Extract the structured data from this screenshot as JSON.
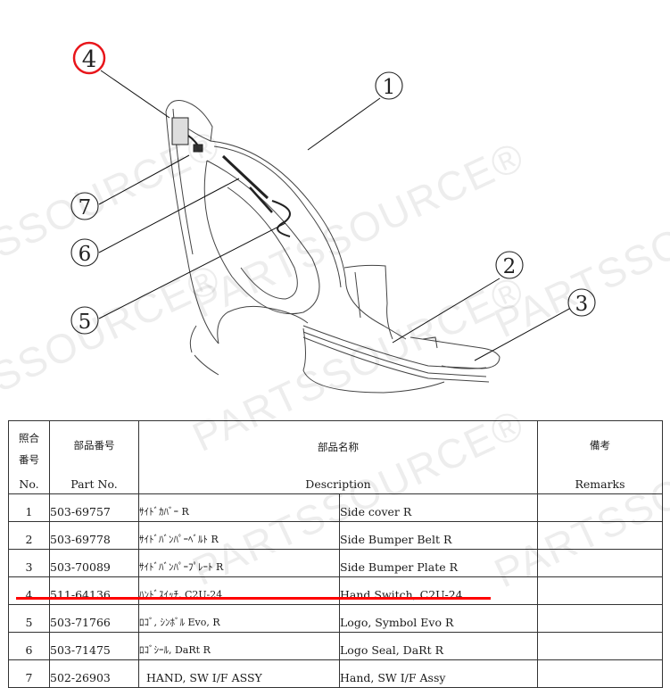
{
  "diagram": {
    "callouts": [
      {
        "number": "1",
        "label": "①",
        "part": "Side cover R"
      },
      {
        "number": "2",
        "label": "②",
        "part": "Side Bumper Belt R"
      },
      {
        "number": "3",
        "label": "③",
        "part": "Side Bumper Plate R"
      },
      {
        "number": "4",
        "label": "4",
        "part": "Hand Switch, C2U-24",
        "highlighted": true
      },
      {
        "number": "5",
        "label": "⑤",
        "part": "Logo, Symbol Evo R"
      },
      {
        "number": "6",
        "label": "⑥",
        "part": "Logo Seal, DaRt R"
      },
      {
        "number": "7",
        "label": "⑦",
        "part": "Hand, SW I/F Assy"
      }
    ],
    "highlight_color": "#e8161b"
  },
  "watermark": {
    "text": "PARTSSOURCE®",
    "text_a": "PARTSSOURCE",
    "text_b": "SSOURCE®"
  },
  "table": {
    "headers": {
      "no_jp": "照合番号",
      "no_jp_line1": "照合",
      "no_jp_line2": "番号",
      "no_en": "No.",
      "part_jp": "部品番号",
      "part_en": "Part No.",
      "desc_jp": "部品名称",
      "desc_en": "Description",
      "remarks_jp": "備考",
      "remarks_en": "Remarks"
    },
    "rows": [
      {
        "no": "1",
        "part_no": "503-69757",
        "desc_jp": "ｻｲﾄﾞｶﾊﾞｰ R",
        "desc_en": "Side cover R",
        "remarks": ""
      },
      {
        "no": "2",
        "part_no": "503-69778",
        "desc_jp": "ｻｲﾄﾞﾊﾞﾝﾊﾟｰﾍﾞﾙﾄ R",
        "desc_en": "Side Bumper Belt R",
        "remarks": ""
      },
      {
        "no": "3",
        "part_no": "503-70089",
        "desc_jp": "ｻｲﾄﾞﾊﾞﾝﾊﾟｰﾌﾟﾚｰﾄ R",
        "desc_en": "Side Bumper Plate R",
        "remarks": ""
      },
      {
        "no": "4",
        "part_no": "511-64136",
        "desc_jp": "ﾊﾝﾄﾞｽｲｯﾁ, C2U-24",
        "desc_en": "Hand Switch, C2U-24",
        "remarks": "",
        "highlighted": true
      },
      {
        "no": "5",
        "part_no": "503-71766",
        "desc_jp": "ﾛｺﾞ, ｼﾝﾎﾞﾙ Evo, R",
        "desc_en": "Logo, Symbol Evo R",
        "remarks": ""
      },
      {
        "no": "6",
        "part_no": "503-71475",
        "desc_jp": "ﾛｺﾞｼｰﾙ, DaRt R",
        "desc_en": "Logo Seal, DaRt R",
        "remarks": ""
      },
      {
        "no": "7",
        "part_no": "502-26903",
        "desc_jp": "HAND, SW I/F ASSY",
        "desc_en": "Hand, SW I/F Assy",
        "remarks": ""
      }
    ]
  }
}
